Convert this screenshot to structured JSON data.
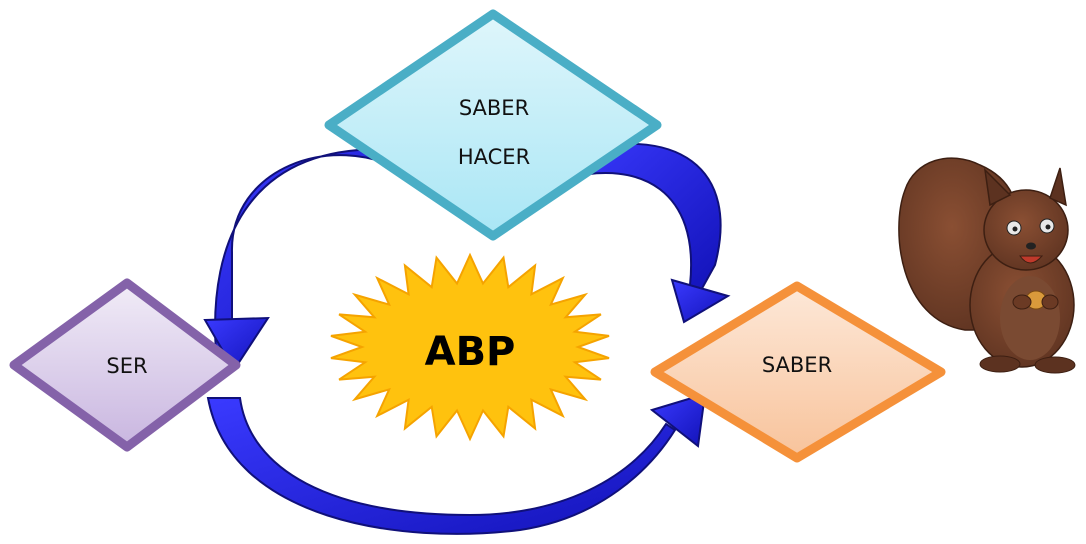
{
  "diagram": {
    "center": {
      "label": "ABP"
    },
    "nodes": {
      "saber_hacer": {
        "line1": "SABER",
        "line2": "HACER"
      },
      "ser": {
        "label": "SER"
      },
      "saber": {
        "label": "SABER"
      }
    },
    "colors": {
      "saber_hacer_fill_top": "#dff6fb",
      "saber_hacer_fill_bottom": "#a9e6f5",
      "saber_hacer_border": "#4aaec6",
      "ser_fill_top": "#f1ecf7",
      "ser_fill_bottom": "#c9b6e0",
      "ser_border": "#8462a9",
      "saber_fill_top": "#fde8d8",
      "saber_fill_bottom": "#f8c39b",
      "saber_border": "#f5913a",
      "arrow_fill": "#1f1fd6",
      "arrow_stroke": "#10107a",
      "star_fill": "#ffc20e",
      "star_stroke": "#f5a300"
    },
    "illustration": {
      "icon": "squirrel-icon"
    }
  }
}
